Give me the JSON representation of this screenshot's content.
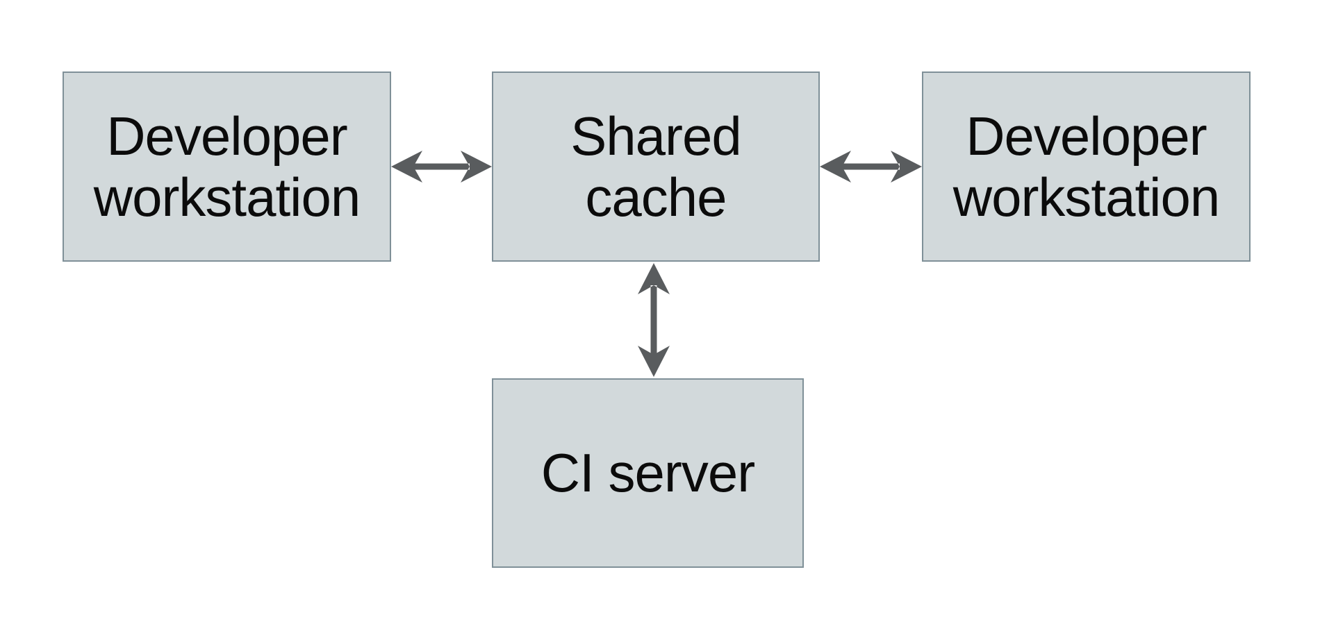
{
  "diagram": {
    "type": "architecture-diagram",
    "nodes": [
      {
        "id": "developer-workstation-left",
        "label": "Developer workstation"
      },
      {
        "id": "shared-cache",
        "label": "Shared cache"
      },
      {
        "id": "developer-workstation-right",
        "label": "Developer workstation"
      },
      {
        "id": "ci-server",
        "label": "CI server"
      }
    ],
    "edges": [
      {
        "from": "developer-workstation-left",
        "to": "shared-cache",
        "style": "bidirectional-arrow"
      },
      {
        "from": "shared-cache",
        "to": "developer-workstation-right",
        "style": "bidirectional-arrow"
      },
      {
        "from": "shared-cache",
        "to": "ci-server",
        "style": "bidirectional-arrow"
      }
    ],
    "theme": {
      "node_fill": "#d2d9db",
      "node_border": "#7f9098",
      "arrow_color": "#595c5e",
      "text_color": "#0b0b0b",
      "background": "#ffffff"
    }
  }
}
